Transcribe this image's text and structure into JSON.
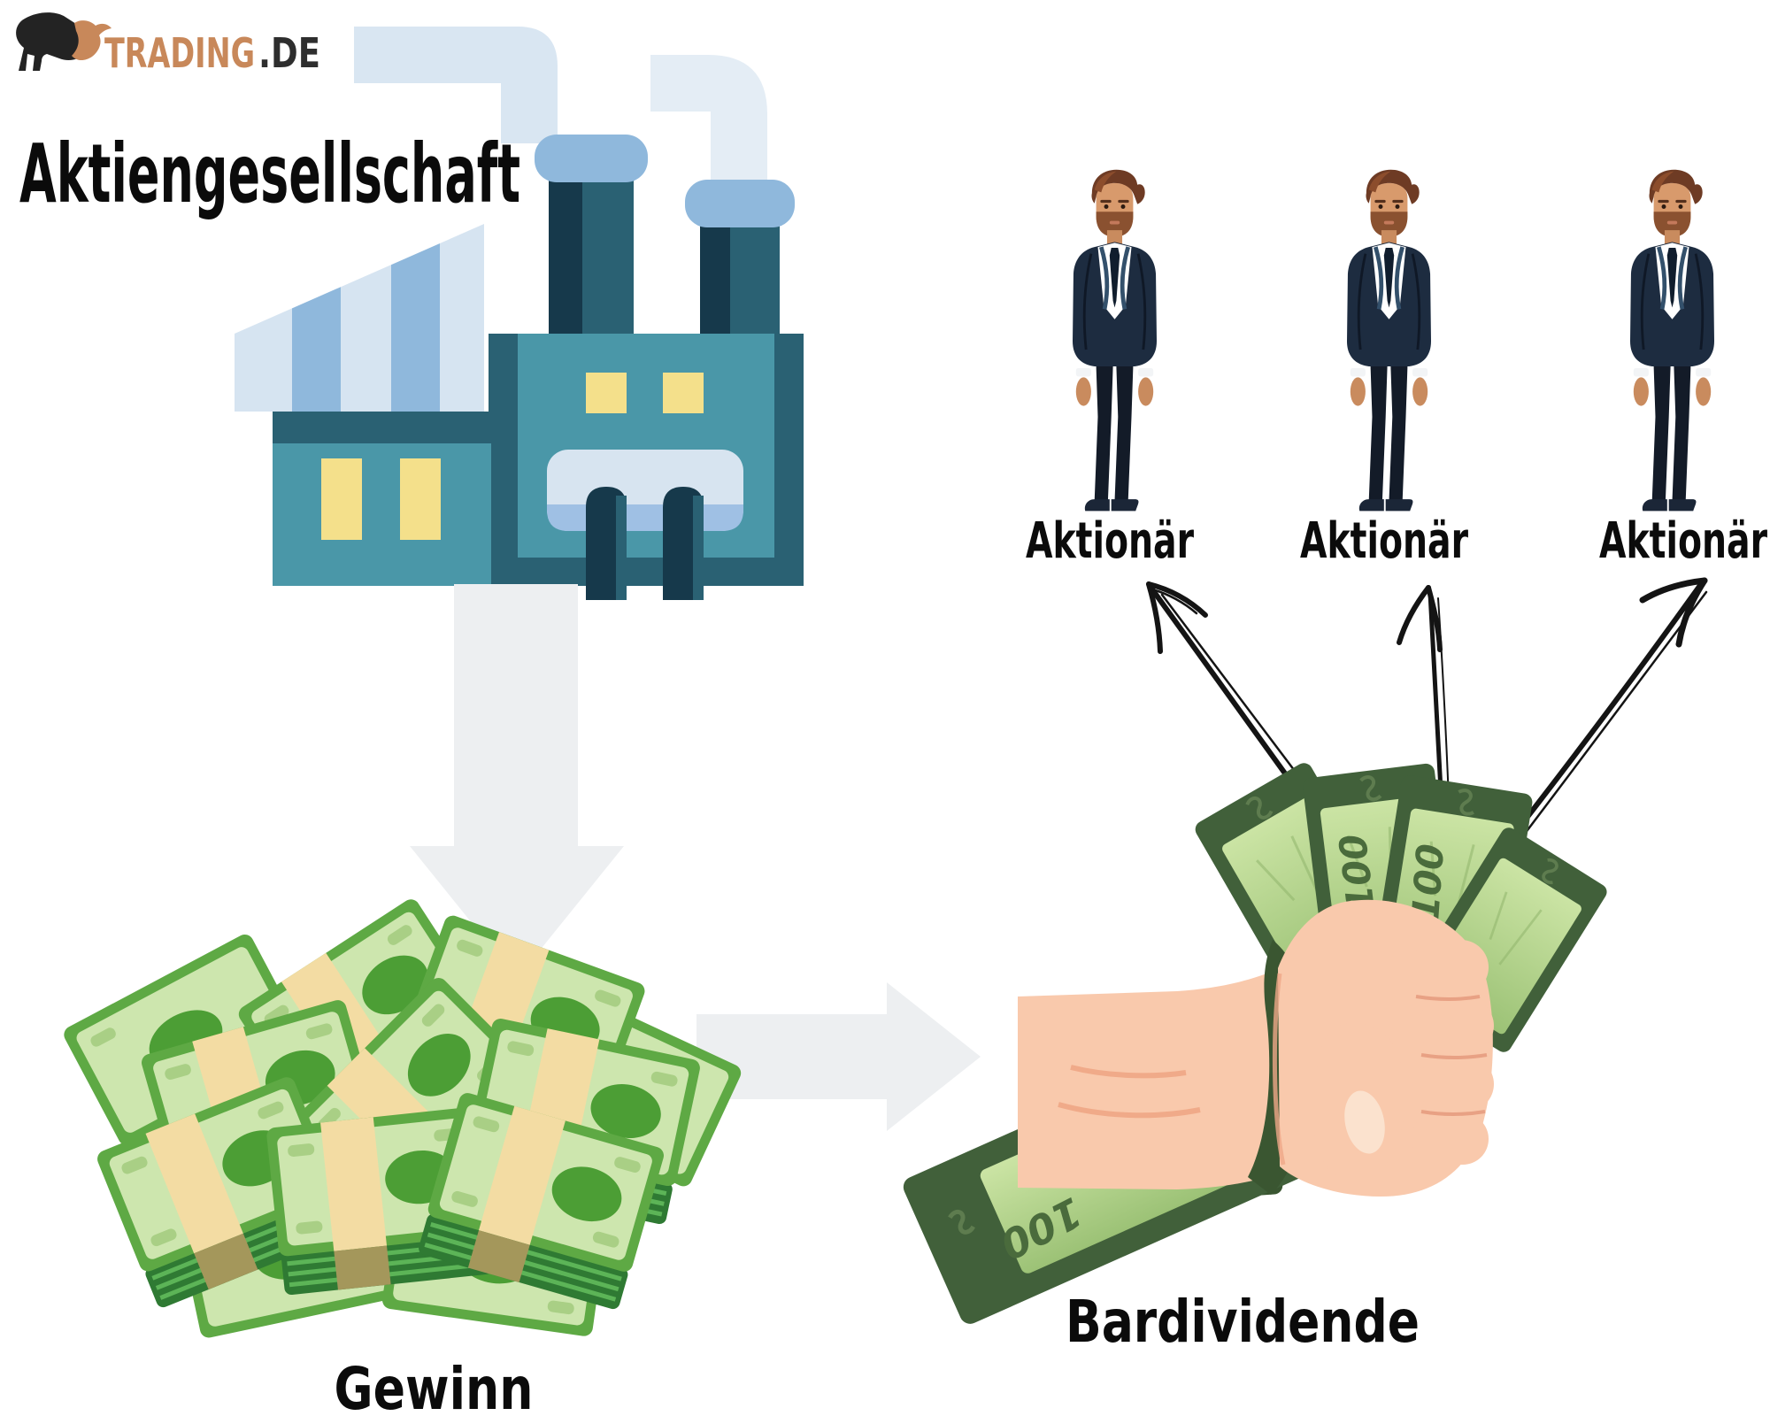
{
  "logo": {
    "brand": "TRADING",
    "suffix": ".DE",
    "bull_icon": "bull-logo-icon",
    "brand_color": "#c8885a",
    "suffix_color": "#2e2e2e"
  },
  "heading": {
    "text": "Aktiengesellschaft"
  },
  "flow": {
    "profit_label": "Gewinn",
    "dividend_label": "Bardividende",
    "shareholder_labels": [
      "Aktionär",
      "Aktionär",
      "Aktionär"
    ],
    "arrows": [
      "factory-to-profit-down-arrow",
      "profit-to-dividend-right-arrow",
      "dividend-to-shareholder-1-arrow",
      "dividend-to-shareholder-2-arrow",
      "dividend-to-shareholder-3-arrow"
    ]
  },
  "money": {
    "bill_value": "100"
  },
  "colors": {
    "background": "#ffffff",
    "flow_arrow": "#edeff1",
    "sketch_arrow": "#141414",
    "factory_teal": "#4a97a8",
    "factory_dark": "#2a6173",
    "factory_darkest": "#16394b",
    "factory_window_yellow": "#f4e08b",
    "smoke_pipe_light": "#d9e6f2",
    "chimney_cap_blue": "#8fb8dc",
    "roof_stripe_light": "#d6e4f1",
    "roof_stripe_blue": "#8fb8dc",
    "money_face_green": "#cde6ae",
    "money_frame_green": "#5ea944",
    "money_side_green": "#2f7a33",
    "money_band_tan": "#f3dca3",
    "hand_skin": "#f9c9ac",
    "dark_bill_green": "#41603a",
    "suit_navy": "#1d2c40",
    "label_black": "#0b0b0b"
  }
}
